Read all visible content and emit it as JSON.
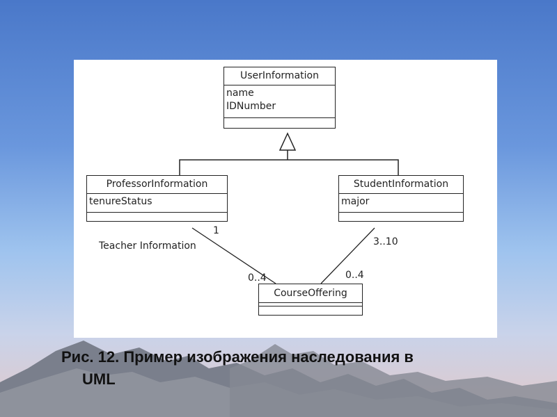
{
  "diagram": {
    "classes": {
      "user": {
        "name": "UserInformation",
        "attributes": [
          "name",
          "IDNumber"
        ]
      },
      "professor": {
        "name": "ProfessorInformation",
        "attributes": [
          "tenureStatus"
        ]
      },
      "student": {
        "name": "StudentInformation",
        "attributes": [
          "major"
        ]
      },
      "course": {
        "name": "CourseOffering",
        "attributes": []
      }
    },
    "labels": {
      "teacher_association": "Teacher Information",
      "prof_multiplicity": "1",
      "prof_course_multiplicity": "0..4",
      "student_multiplicity": "3..10",
      "student_course_multiplicity": "0..4"
    }
  },
  "caption": {
    "line1": "Рис. 12. Пример изображения наследования в",
    "line2": "UML"
  }
}
